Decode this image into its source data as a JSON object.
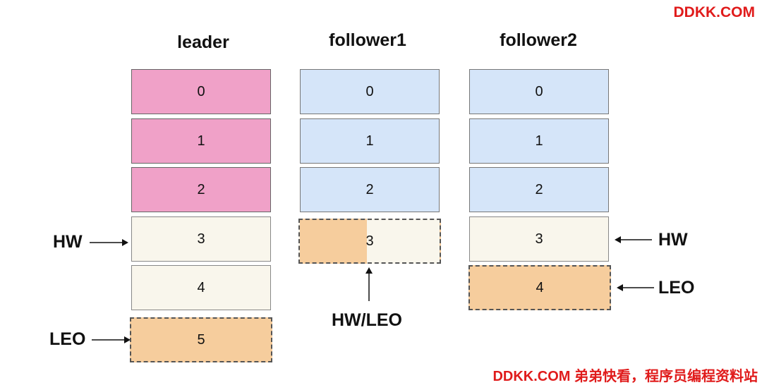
{
  "watermark_top": "DDKK.COM",
  "watermark_bottom": "DDKK.COM 弟弟快看，程序员编程资料站",
  "columns": [
    {
      "title": "leader",
      "cells": [
        "0",
        "1",
        "2",
        "3",
        "4",
        "5"
      ]
    },
    {
      "title": "follower1",
      "cells": [
        "0",
        "1",
        "2",
        "3"
      ]
    },
    {
      "title": "follower2",
      "cells": [
        "0",
        "1",
        "2",
        "3",
        "4"
      ]
    }
  ],
  "labels": {
    "leader_hw": "HW",
    "leader_leo": "LEO",
    "follower1_hwleo": "HW/LEO",
    "follower2_hw": "HW",
    "follower2_leo": "LEO"
  },
  "colors": {
    "committed_leader": "#f0a1c8",
    "committed_follower": "#d5e5f9",
    "uncommitted": "#f9f6ec",
    "leo_next": "#f6cd9d",
    "watermark": "#e01b1b"
  }
}
